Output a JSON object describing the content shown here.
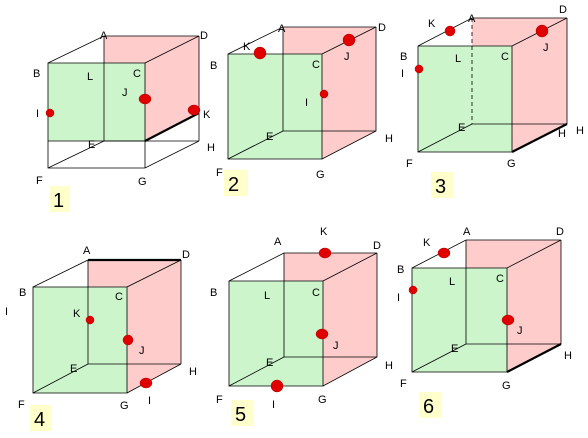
{
  "figure": {
    "cubes": [
      {
        "number": "1",
        "labels": {
          "A": "A",
          "B": "B",
          "C": "C",
          "D": "D",
          "E": "E",
          "F": "F",
          "G": "G",
          "L": "L",
          "I": "I",
          "J": "J",
          "K": "K"
        }
      },
      {
        "number": "2",
        "labels": {
          "A": "A",
          "B": "B",
          "C": "C",
          "D": "D",
          "E": "E",
          "F": "F",
          "G": "G",
          "H": "H",
          "I": "I",
          "J": "J",
          "K": "K"
        }
      },
      {
        "number": "3",
        "labels": {
          "A": "A",
          "B": "B",
          "C": "C",
          "D": "D",
          "E": "E",
          "F": "F",
          "G": "G",
          "H": "H",
          "L": "L",
          "I": "I",
          "J": "J",
          "K": "K"
        }
      },
      {
        "number": "4",
        "labels": {
          "A": "A",
          "B": "B",
          "C": "C",
          "D": "D",
          "E": "E",
          "F": "F",
          "G": "G",
          "H": "H",
          "I": "I",
          "I2": "I",
          "J": "J",
          "K": "K"
        }
      },
      {
        "number": "5",
        "labels": {
          "A": "A",
          "B": "B",
          "C": "C",
          "D": "D",
          "E": "E",
          "F": "F",
          "G": "G",
          "H": "H",
          "L": "L",
          "I": "I",
          "J": "J",
          "K": "K"
        }
      },
      {
        "number": "6",
        "labels": {
          "A": "A",
          "B": "B",
          "C": "C",
          "D": "D",
          "E": "E",
          "F": "F",
          "G": "G",
          "H": "H",
          "L": "L",
          "I": "I",
          "J": "J",
          "K": "K"
        }
      }
    ]
  }
}
